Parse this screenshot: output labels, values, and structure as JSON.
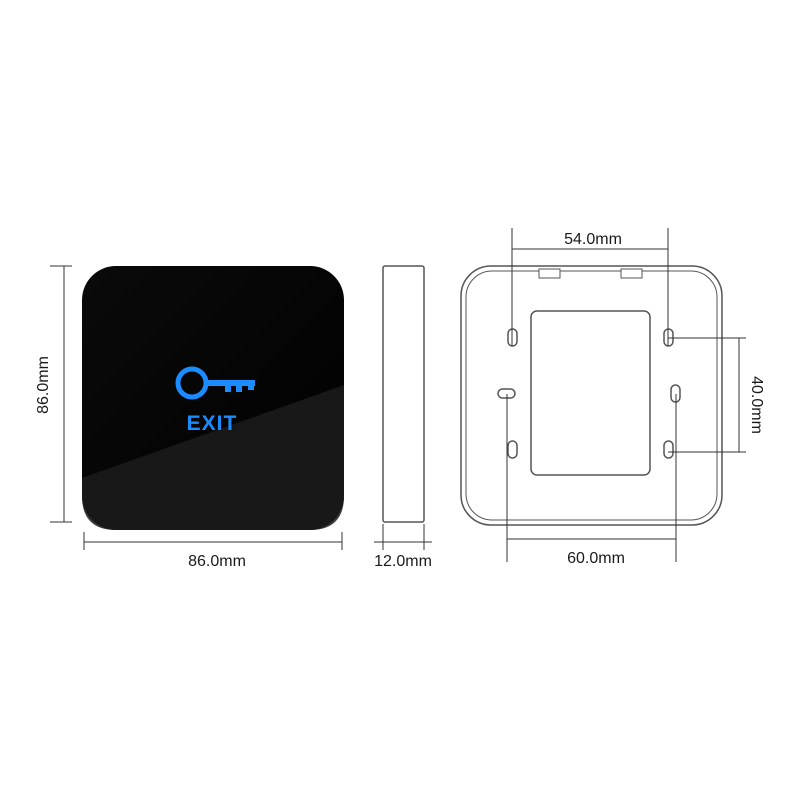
{
  "front_view": {
    "exit_label": "EXIT",
    "width_label": "86.0mm",
    "height_label": "86.0mm"
  },
  "side_view": {
    "depth_label": "12.0mm"
  },
  "back_view": {
    "top_hole_spacing_label": "54.0mm",
    "bottom_hole_spacing_label": "60.0mm",
    "vertical_hole_spacing_label": "40.0mm"
  },
  "colors": {
    "button_body": "#050505",
    "glow_blue": "#1a8cff",
    "outline": "#555555",
    "dimension_line": "#333333"
  },
  "icons": [
    "key-icon"
  ]
}
